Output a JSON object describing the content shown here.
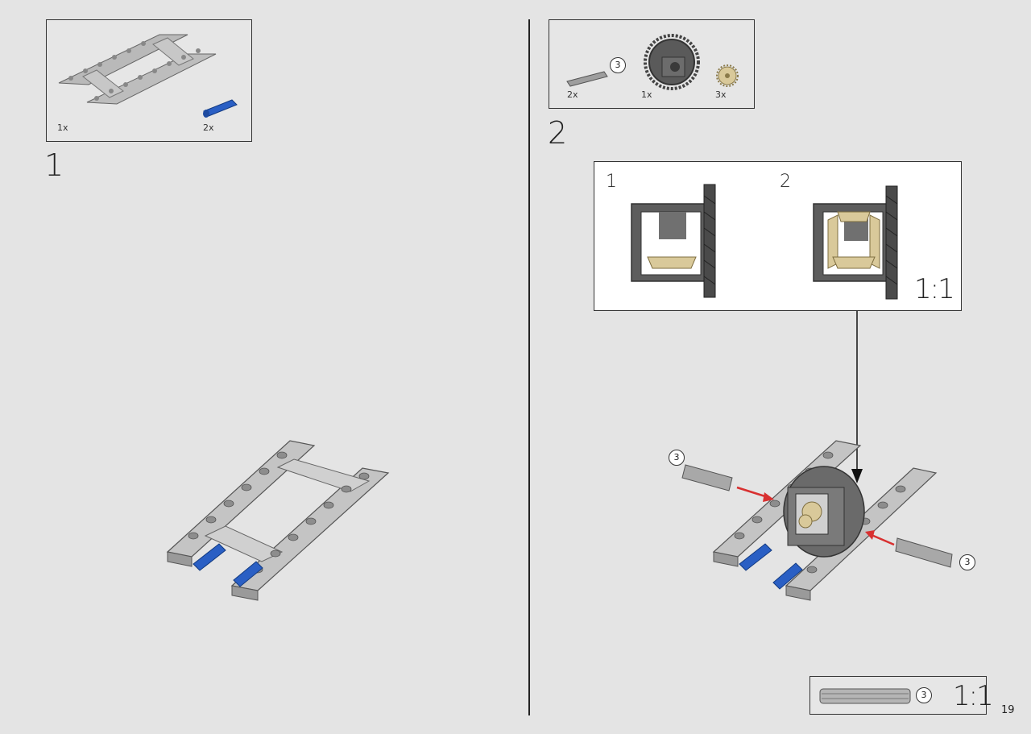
{
  "step1": {
    "number": "1",
    "parts": [
      {
        "qty": "1x",
        "icon": "frame-icon"
      },
      {
        "qty": "2x",
        "icon": "blue-pin-icon"
      }
    ]
  },
  "step2": {
    "number": "2",
    "parts": [
      {
        "qty": "2x",
        "icon": "axle-icon",
        "length": "3"
      },
      {
        "qty": "1x",
        "icon": "differential-icon"
      },
      {
        "qty": "3x",
        "icon": "bevel-gear-icon"
      }
    ],
    "callout": {
      "sub1": "1",
      "sub2": "2",
      "scale": "1:1"
    },
    "axle_left_length": "3",
    "axle_right_length": "3"
  },
  "ruler": {
    "length": "3",
    "scale": "1:1"
  },
  "page_number": "19",
  "colors": {
    "background": "#e4e4e4",
    "beam": "#b8b8b8",
    "pin_blue": "#2a5fc4",
    "differential": "#555555",
    "gear_tan": "#d9c99a",
    "arrow_red": "#d83030"
  }
}
